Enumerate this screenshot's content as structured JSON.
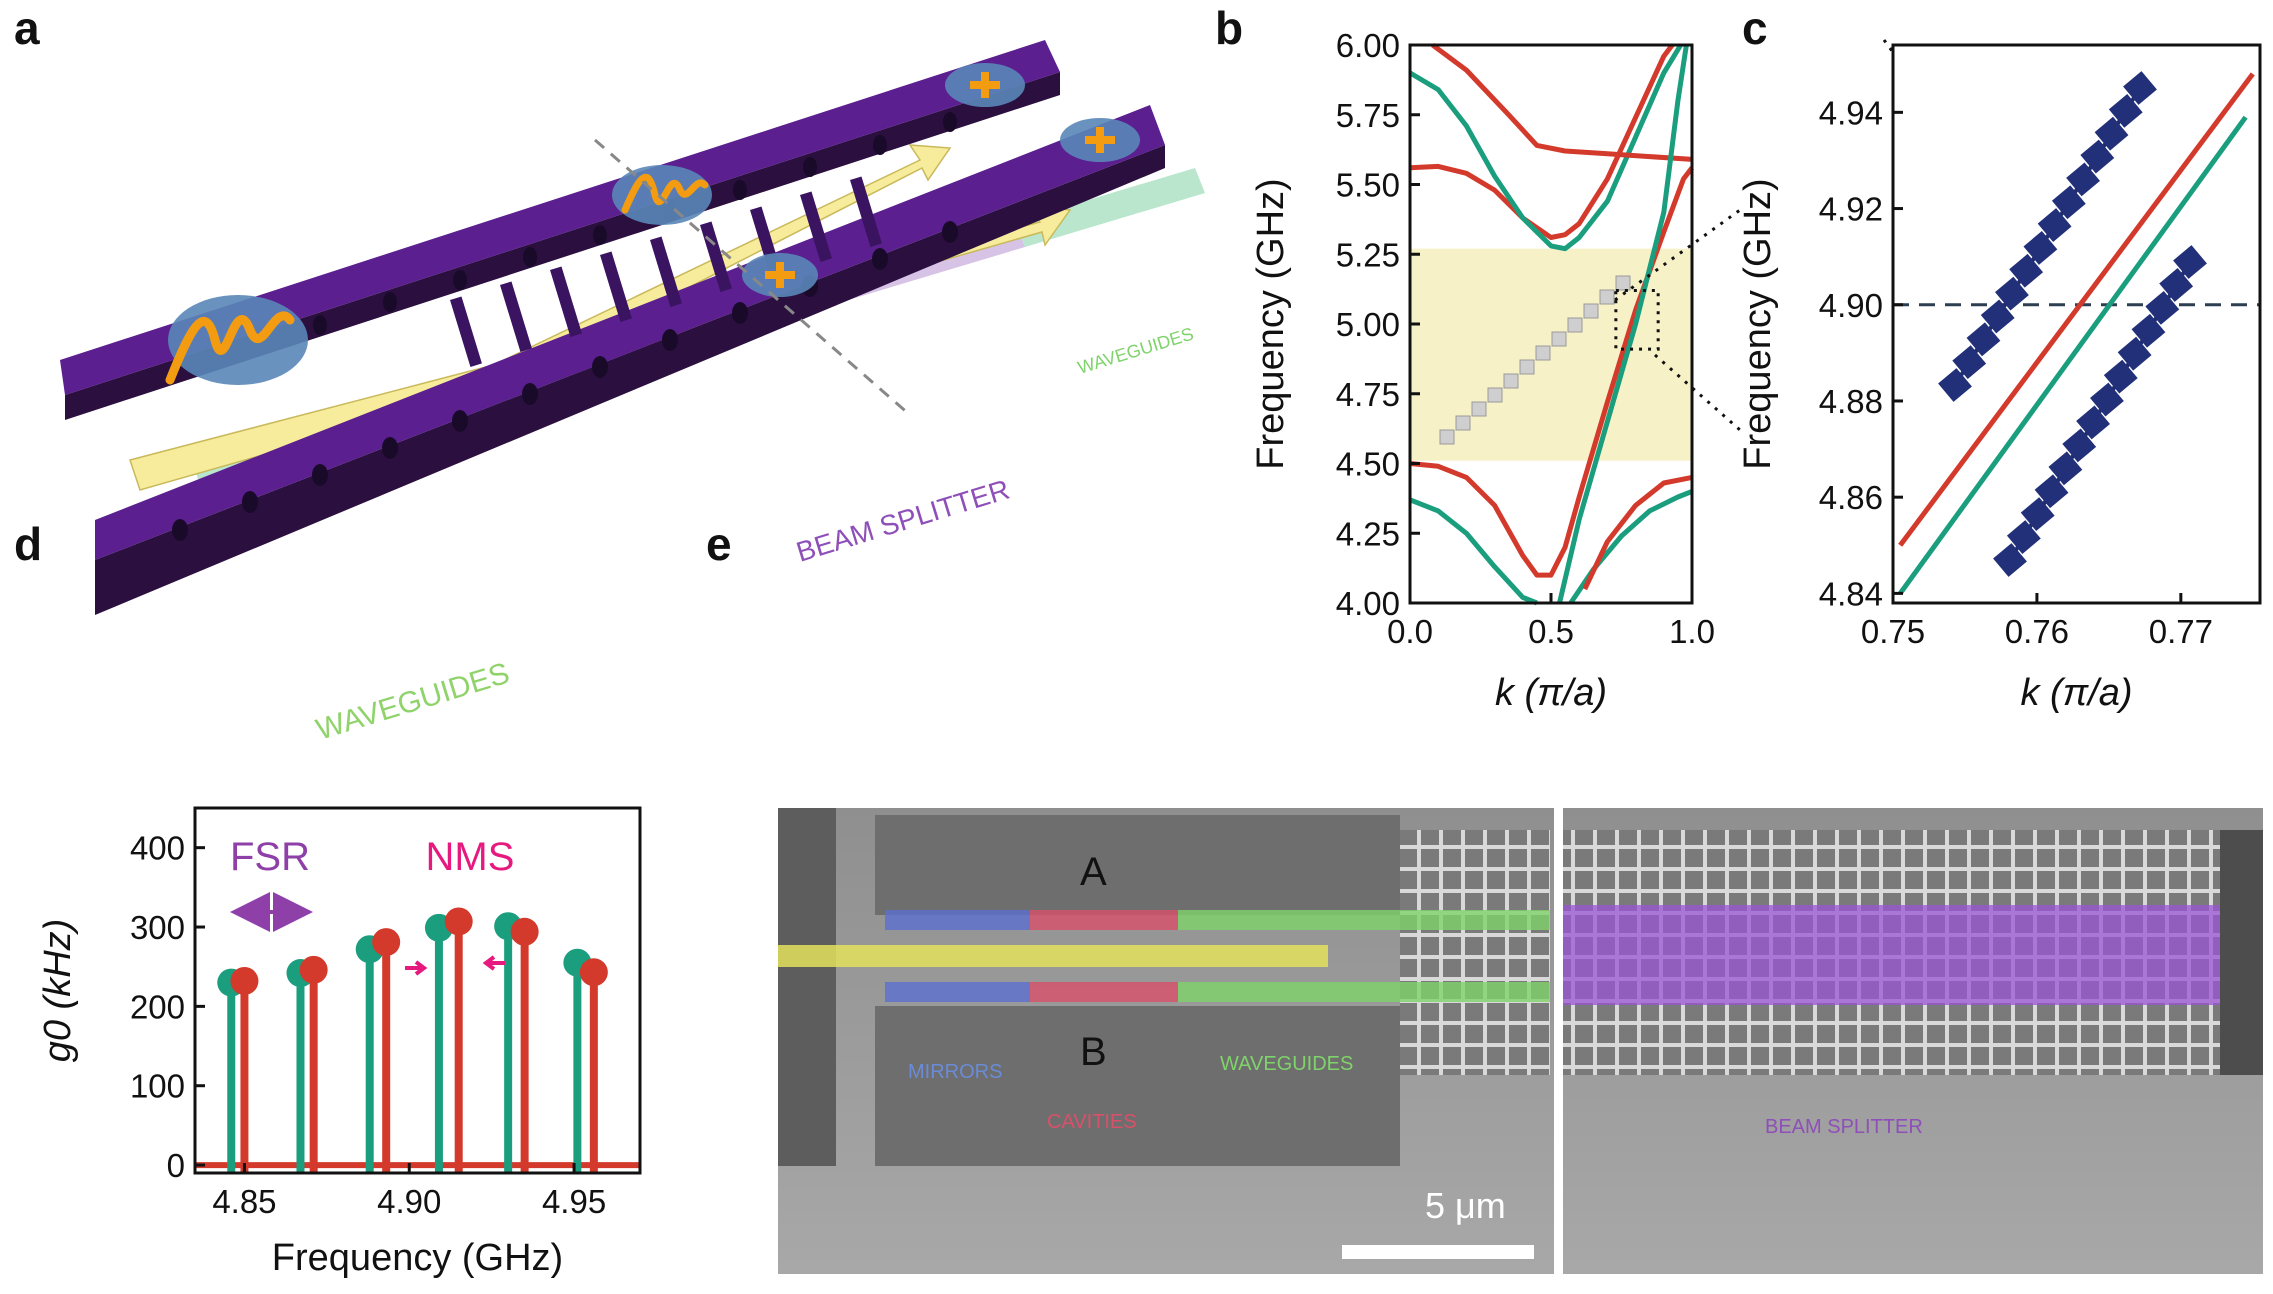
{
  "panel_labels": [
    "a",
    "b",
    "c",
    "d",
    "e"
  ],
  "panel_a": {
    "label_waveguides_near": "WAVEGUIDES",
    "label_beam_splitter": "BEAM SPLITTER",
    "label_waveguides_far": "WAVEGUIDES",
    "colors": {
      "beam": "#5b1f8f",
      "beam_top": "#7b3db0",
      "waveguide": "#b9e6cd",
      "splitter": "#d6c3e6",
      "arrow": "#f6ec9c",
      "mode": "#f39c12"
    }
  },
  "chart_data": [
    {
      "id": "b",
      "type": "line",
      "xlabel": "k (π/a)",
      "ylabel": "Frequency (GHz)",
      "xlim": [
        0.0,
        1.0
      ],
      "ylim": [
        4.0,
        6.0
      ],
      "xticks": [
        "0.0",
        "0.5",
        "1.0"
      ],
      "yticks": [
        "4.00",
        "4.25",
        "4.50",
        "4.75",
        "5.00",
        "5.25",
        "5.50",
        "5.75",
        "6.00"
      ],
      "band_highlight": {
        "ymin": 4.51,
        "ymax": 5.27,
        "color": "#f7f1c8"
      },
      "zoom_box": {
        "x": [
          0.73,
          0.88
        ],
        "y": [
          4.91,
          5.12
        ]
      },
      "series": [
        {
          "color": "#d33a2c",
          "points": [
            [
              0,
              5.56
            ],
            [
              0.1,
              5.565
            ],
            [
              0.2,
              5.54
            ],
            [
              0.3,
              5.48
            ],
            [
              0.4,
              5.38
            ],
            [
              0.5,
              5.31
            ],
            [
              0.55,
              5.32
            ],
            [
              0.6,
              5.36
            ],
            [
              0.7,
              5.52
            ],
            [
              0.8,
              5.74
            ],
            [
              0.9,
              5.96
            ],
            [
              0.93,
              6.0
            ]
          ]
        },
        {
          "color": "#1a9e7e",
          "points": [
            [
              0,
              5.9
            ],
            [
              0.1,
              5.84
            ],
            [
              0.2,
              5.71
            ],
            [
              0.3,
              5.53
            ],
            [
              0.4,
              5.38
            ],
            [
              0.5,
              5.28
            ],
            [
              0.55,
              5.27
            ],
            [
              0.6,
              5.31
            ],
            [
              0.7,
              5.44
            ],
            [
              0.8,
              5.67
            ],
            [
              0.9,
              5.9
            ],
            [
              0.96,
              6.0
            ]
          ]
        },
        {
          "color": "#d33a2c",
          "points": [
            [
              0.08,
              6.0
            ],
            [
              0.2,
              5.91
            ],
            [
              0.35,
              5.75
            ],
            [
              0.45,
              5.64
            ],
            [
              0.55,
              5.62
            ],
            [
              0.7,
              5.61
            ],
            [
              0.85,
              5.6
            ],
            [
              1.0,
              5.59
            ]
          ]
        },
        {
          "color": "#d33a2c",
          "points": [
            [
              0,
              4.5
            ],
            [
              0.1,
              4.49
            ],
            [
              0.2,
              4.45
            ],
            [
              0.3,
              4.35
            ],
            [
              0.4,
              4.17
            ],
            [
              0.45,
              4.1
            ],
            [
              0.5,
              4.1
            ],
            [
              0.55,
              4.2
            ],
            [
              0.6,
              4.38
            ],
            [
              0.7,
              4.72
            ],
            [
              0.8,
              5.05
            ],
            [
              0.9,
              5.33
            ],
            [
              0.97,
              5.52
            ],
            [
              1.0,
              5.56
            ]
          ]
        },
        {
          "color": "#1a9e7e",
          "points": [
            [
              0,
              4.37
            ],
            [
              0.1,
              4.33
            ],
            [
              0.2,
              4.25
            ],
            [
              0.3,
              4.13
            ],
            [
              0.4,
              4.02
            ],
            [
              0.45,
              4.0
            ]
          ]
        },
        {
          "color": "#1a9e7e",
          "points": [
            [
              0.53,
              4.0
            ],
            [
              0.6,
              4.3
            ],
            [
              0.7,
              4.65
            ],
            [
              0.8,
              5.0
            ],
            [
              0.9,
              5.4
            ],
            [
              0.95,
              5.8
            ],
            [
              0.98,
              6.0
            ]
          ]
        },
        {
          "color": "#1a9e7e",
          "points": [
            [
              0.57,
              4.0
            ],
            [
              0.65,
              4.12
            ],
            [
              0.75,
              4.24
            ],
            [
              0.85,
              4.33
            ],
            [
              0.95,
              4.38
            ],
            [
              1.0,
              4.4
            ]
          ]
        },
        {
          "color": "#d33a2c",
          "points": [
            [
              0.62,
              4.05
            ],
            [
              0.7,
              4.22
            ],
            [
              0.8,
              4.35
            ],
            [
              0.9,
              4.43
            ],
            [
              1.0,
              4.45
            ]
          ]
        }
      ]
    },
    {
      "id": "c",
      "type": "line",
      "xlabel": "k (π/a)",
      "ylabel": "Frequency (GHz)",
      "xlim": [
        0.75,
        0.7755
      ],
      "ylim": [
        4.838,
        4.954
      ],
      "xticks": [
        "0.75",
        "0.76",
        "0.77"
      ],
      "xtick_values": [
        0.75,
        0.76,
        0.77
      ],
      "yticks": [
        "4.84",
        "4.86",
        "4.88",
        "4.90",
        "4.92",
        "4.94"
      ],
      "ytick_values": [
        4.84,
        4.86,
        4.88,
        4.9,
        4.92,
        4.94
      ],
      "hline": {
        "y": 4.9,
        "style": "dashed",
        "color": "#2c3e50"
      },
      "series": [
        {
          "color": "#d33a2c",
          "points": [
            [
              0.7505,
              4.85
            ],
            [
              0.775,
              4.948
            ]
          ]
        },
        {
          "color": "#1a9e7e",
          "points": [
            [
              0.7505,
              4.84
            ],
            [
              0.7745,
              4.939
            ]
          ]
        }
      ]
    },
    {
      "id": "d",
      "type": "scatter",
      "xlabel": "Frequency (GHz)",
      "ylabel": "g0 (kHz)",
      "xlim": [
        4.835,
        4.97
      ],
      "ylim": [
        -10,
        450
      ],
      "xticks": [
        "4.85",
        "4.90",
        "4.95"
      ],
      "xtick_values": [
        4.85,
        4.9,
        4.95
      ],
      "yticks": [
        "0",
        "100",
        "200",
        "300",
        "400"
      ],
      "ytick_values": [
        0,
        100,
        200,
        300,
        400
      ],
      "annotations": [
        "FSR",
        "NMS"
      ],
      "annotation_colors": [
        "#8e3fa8",
        "#e6197f"
      ],
      "series": [
        {
          "color": "#1a9e7e",
          "x": [
            4.846,
            4.867,
            4.888,
            4.909,
            4.93,
            4.951
          ],
          "y": [
            230,
            242,
            272,
            299,
            301,
            255
          ]
        },
        {
          "color": "#d33a2c",
          "x": [
            4.85,
            4.871,
            4.893,
            4.915,
            4.935,
            4.956
          ],
          "y": [
            232,
            246,
            281,
            307,
            294,
            243
          ]
        }
      ]
    }
  ],
  "panel_e": {
    "label_A": "A",
    "label_B": "B",
    "mirrors": "MIRRORS",
    "cavities": "CAVITIES",
    "waveguides": "WAVEGUIDES",
    "beam_splitter": "BEAM SPLITTER",
    "scalebar": "5 μm",
    "colors": {
      "mirrors": "#5b6fd0",
      "cavities": "#d9506a",
      "waveguides": "#7fd36a",
      "feed": "#e3e05a",
      "splitter": "#9b56d6"
    }
  }
}
